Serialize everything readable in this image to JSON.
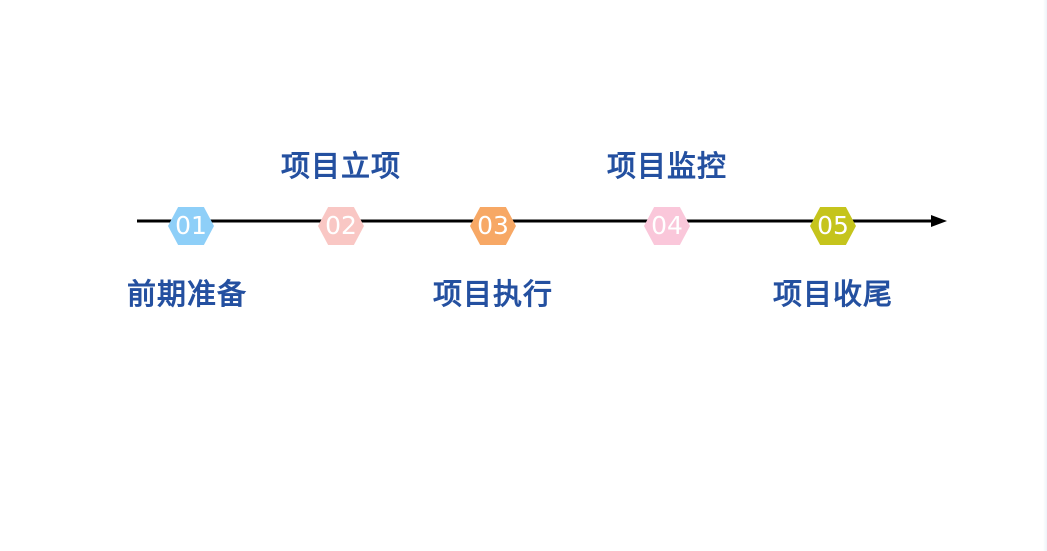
{
  "steps": [
    {
      "number": "01",
      "label": "前期准备",
      "position": "below",
      "color": "#8ecff8"
    },
    {
      "number": "02",
      "label": "项目立项",
      "position": "above",
      "color": "#f9c7c4"
    },
    {
      "number": "03",
      "label": "项目执行",
      "position": "below",
      "color": "#f7a865"
    },
    {
      "number": "04",
      "label": "项目监控",
      "position": "above",
      "color": "#fac7da"
    },
    {
      "number": "05",
      "label": "项目收尾",
      "position": "below",
      "color": "#c5c41c"
    }
  ],
  "colors": {
    "label_text": "#2450a0",
    "timeline": "#000000",
    "number_text": "#ffffff"
  }
}
